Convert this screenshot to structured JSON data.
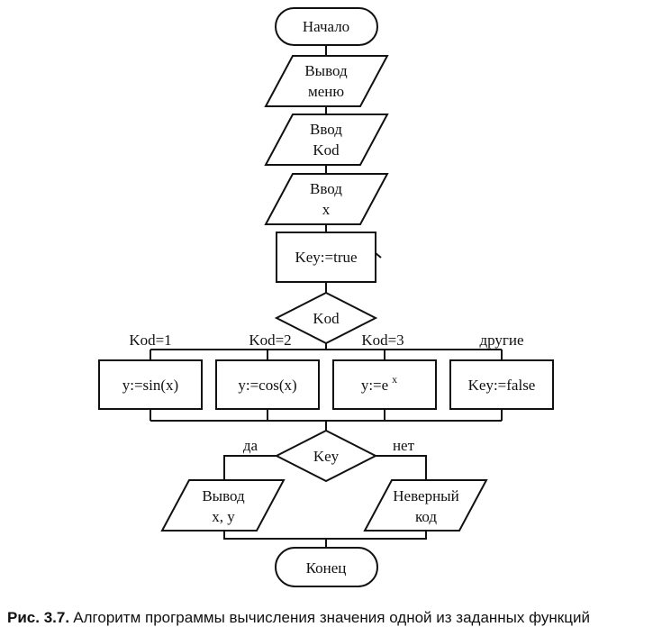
{
  "start": "Начало",
  "output_menu": [
    "Вывод",
    "меню"
  ],
  "input_kod": [
    "Ввод",
    "Kod"
  ],
  "input_x": [
    "Ввод",
    "x"
  ],
  "assign_key_true": "Key:=true",
  "decision_kod": "Kod",
  "branches": [
    {
      "label": "Kod=1",
      "action": "y:=sin(x)"
    },
    {
      "label": "Kod=2",
      "action": "y:=cos(x)"
    },
    {
      "label": "Kod=3",
      "action": "y:=e",
      "superscript": "x"
    },
    {
      "label": "другие",
      "action": "Key:=false"
    }
  ],
  "decision_key": "Key",
  "yes_label": "да",
  "no_label": "нет",
  "output_xy": [
    "Вывод",
    "x, y"
  ],
  "wrong_code": [
    "Неверный",
    "код"
  ],
  "end": "Конец",
  "caption": {
    "number": "Рис. 3.7.",
    "text": "Алгоритм программы вычисления значения одной из заданных функций"
  }
}
